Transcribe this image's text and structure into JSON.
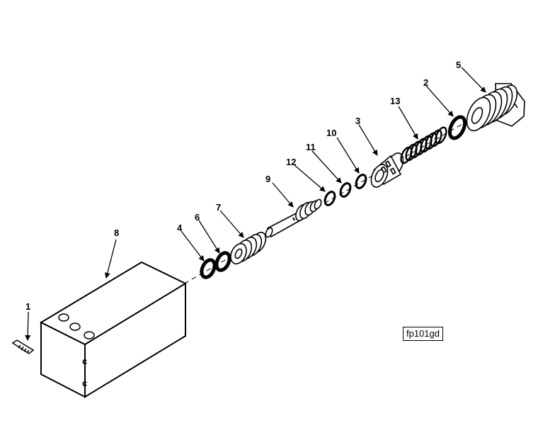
{
  "figure_id": "fp101gd",
  "callouts": {
    "c1": "1",
    "c2": "2",
    "c3": "3",
    "c4": "4",
    "c5": "5",
    "c6": "6",
    "c7": "7",
    "c8": "8",
    "c9": "9",
    "c10": "10",
    "c11": "11",
    "c12": "12",
    "c13": "13"
  },
  "port_marks": {
    "upper": "c",
    "lower": "c"
  }
}
